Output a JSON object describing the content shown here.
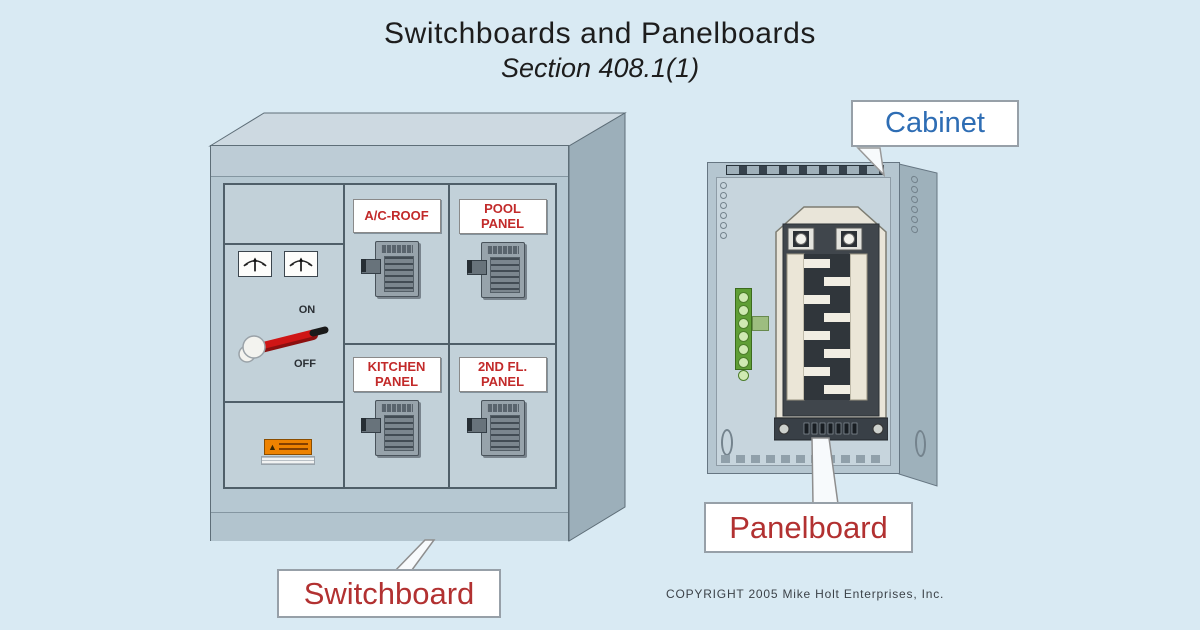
{
  "header": {
    "title": "Switchboards and Panelboards",
    "subtitle": "Section 408.1(1)"
  },
  "switchboard": {
    "callout": "Switchboard",
    "switch": {
      "on": "ON",
      "off": "OFF"
    },
    "breaker_labels": [
      "A/C-ROOF",
      "POOL\nPANEL",
      "KITCHEN\nPANEL",
      "2ND FL.\nPANEL"
    ],
    "warning_icon": "▲"
  },
  "cabinet": {
    "callout": "Cabinet"
  },
  "panelboard": {
    "callout": "Panelboard"
  },
  "footer": {
    "copyright": "COPYRIGHT 2005  Mike Holt Enterprises, Inc."
  },
  "colors": {
    "background": "#d9eaf3",
    "enclosure_gray_blue": "#b6c8d2",
    "panel_label_red": "#c22a2a",
    "callout_red": "#b23131",
    "callout_blue": "#2e6db4",
    "lever_red": "#cf1616",
    "warning_orange": "#ee8200",
    "ground_bar_green": "#5f9e35"
  }
}
